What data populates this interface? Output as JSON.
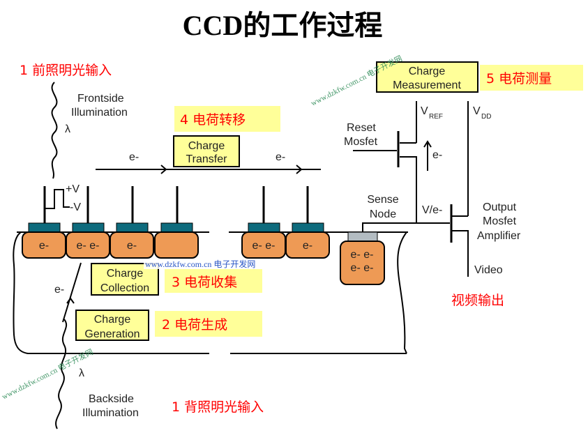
{
  "title": "CCD的工作过程",
  "colors": {
    "well_fill": "#ee9a55",
    "gate_fill": "#0e6b7d",
    "sense_gate_fill": "#b3bcc2",
    "box_fill": "#ffff99",
    "highlight_fill": "#ffff99",
    "annotation_red": "#ff0000",
    "watermark_green": "#2e8b57",
    "watermark_blue": "#2a56c6"
  },
  "steps": {
    "front_input": "1 前照明光输入",
    "generation": "2 电荷生成",
    "collection": "3 电荷收集",
    "transfer": "4 电荷转移",
    "measurement": "5 电荷测量",
    "back_input": "1 背照明光输入",
    "video_out": "视频输出"
  },
  "boxes": {
    "transfer": [
      "Charge",
      "Transfer"
    ],
    "collection": [
      "Charge",
      "Collection"
    ],
    "generation": [
      "Charge",
      "Generation"
    ],
    "measurement": [
      "Charge",
      "Measurement"
    ]
  },
  "labels": {
    "frontside": [
      "Frontside",
      "Illumination"
    ],
    "backside": [
      "Backside",
      "Illumination"
    ],
    "lambda": "λ",
    "plus_v": "+V",
    "minus_v": "-V",
    "electron": "e-",
    "sense_node": [
      "Sense",
      "Node"
    ],
    "reset_mosfet": [
      "Reset",
      "Mosfet"
    ],
    "output_mosfet": [
      "Output",
      "Mosfet",
      "Amplifier"
    ],
    "v": "V",
    "ref": "REF",
    "dd": "DD",
    "v_per_e": "V/e-",
    "video": "Video"
  },
  "wells": [
    {
      "electrons": "e-"
    },
    {
      "electrons": "e- e-"
    },
    {
      "electrons": "e-"
    },
    {
      "electrons": ""
    },
    {
      "electrons": "e- e-"
    },
    {
      "electrons": "e-"
    }
  ],
  "sense_well": [
    "e- e-",
    "e- e-"
  ],
  "watermarks": {
    "top": "www.dzkfw.com.cn 电子开发网",
    "middle": "www.dzkfw.com.cn 电子开发网",
    "bottom": "www.dzkfw.com.cn 电子开发网"
  }
}
